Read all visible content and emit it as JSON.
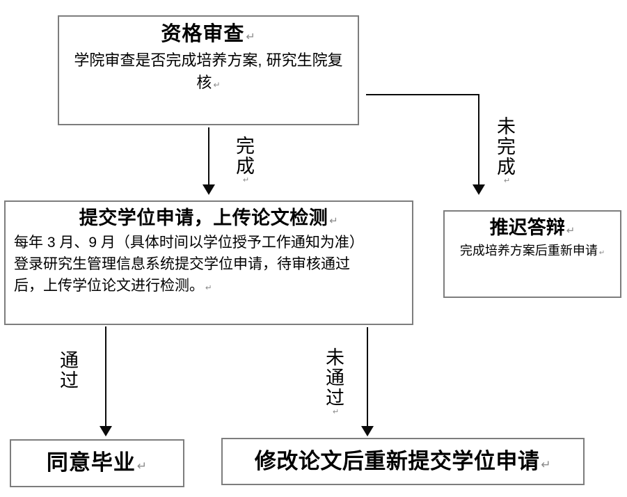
{
  "diagram": {
    "title_semantic": "degree-application-flowchart",
    "pilcrow": "↵",
    "colors": {
      "box_border": "#7d7d7d",
      "arrow": "#0a0a0a",
      "text": "#000000",
      "pilcrow": "#8a8a8a",
      "background": "#ffffff"
    },
    "nodes": [
      {
        "id": "qualification",
        "title": "资格审查",
        "body": "学院审查是否完成培养方案, 研究生院复核"
      },
      {
        "id": "submit",
        "title": "提交学位申请，上传论文检测",
        "body_lines": [
          "每年 3 月、9 月（具体时间以学位授予工作通知为准）",
          "登录研究生管理信息系统提交学位申请，待审核通过",
          "后，上传学位论文进行检测。"
        ]
      },
      {
        "id": "defer",
        "title": "推迟答辩",
        "body": "完成培养方案后重新申请"
      },
      {
        "id": "graduate",
        "title": "同意毕业"
      },
      {
        "id": "revise",
        "title": "修改论文后重新提交学位申请"
      }
    ],
    "edges": [
      {
        "id": "complete",
        "label": "完成",
        "chars": [
          "完",
          "成"
        ],
        "from": "qualification",
        "to": "submit"
      },
      {
        "id": "incomplete",
        "label": "未完成",
        "chars": [
          "未",
          "完",
          "成"
        ],
        "from": "qualification",
        "to": "defer"
      },
      {
        "id": "pass",
        "label": "通过",
        "chars": [
          "通",
          "过"
        ],
        "from": "submit",
        "to": "graduate"
      },
      {
        "id": "fail",
        "label": "未通过",
        "chars": [
          "未",
          "通",
          "过"
        ],
        "from": "submit",
        "to": "revise"
      }
    ]
  }
}
